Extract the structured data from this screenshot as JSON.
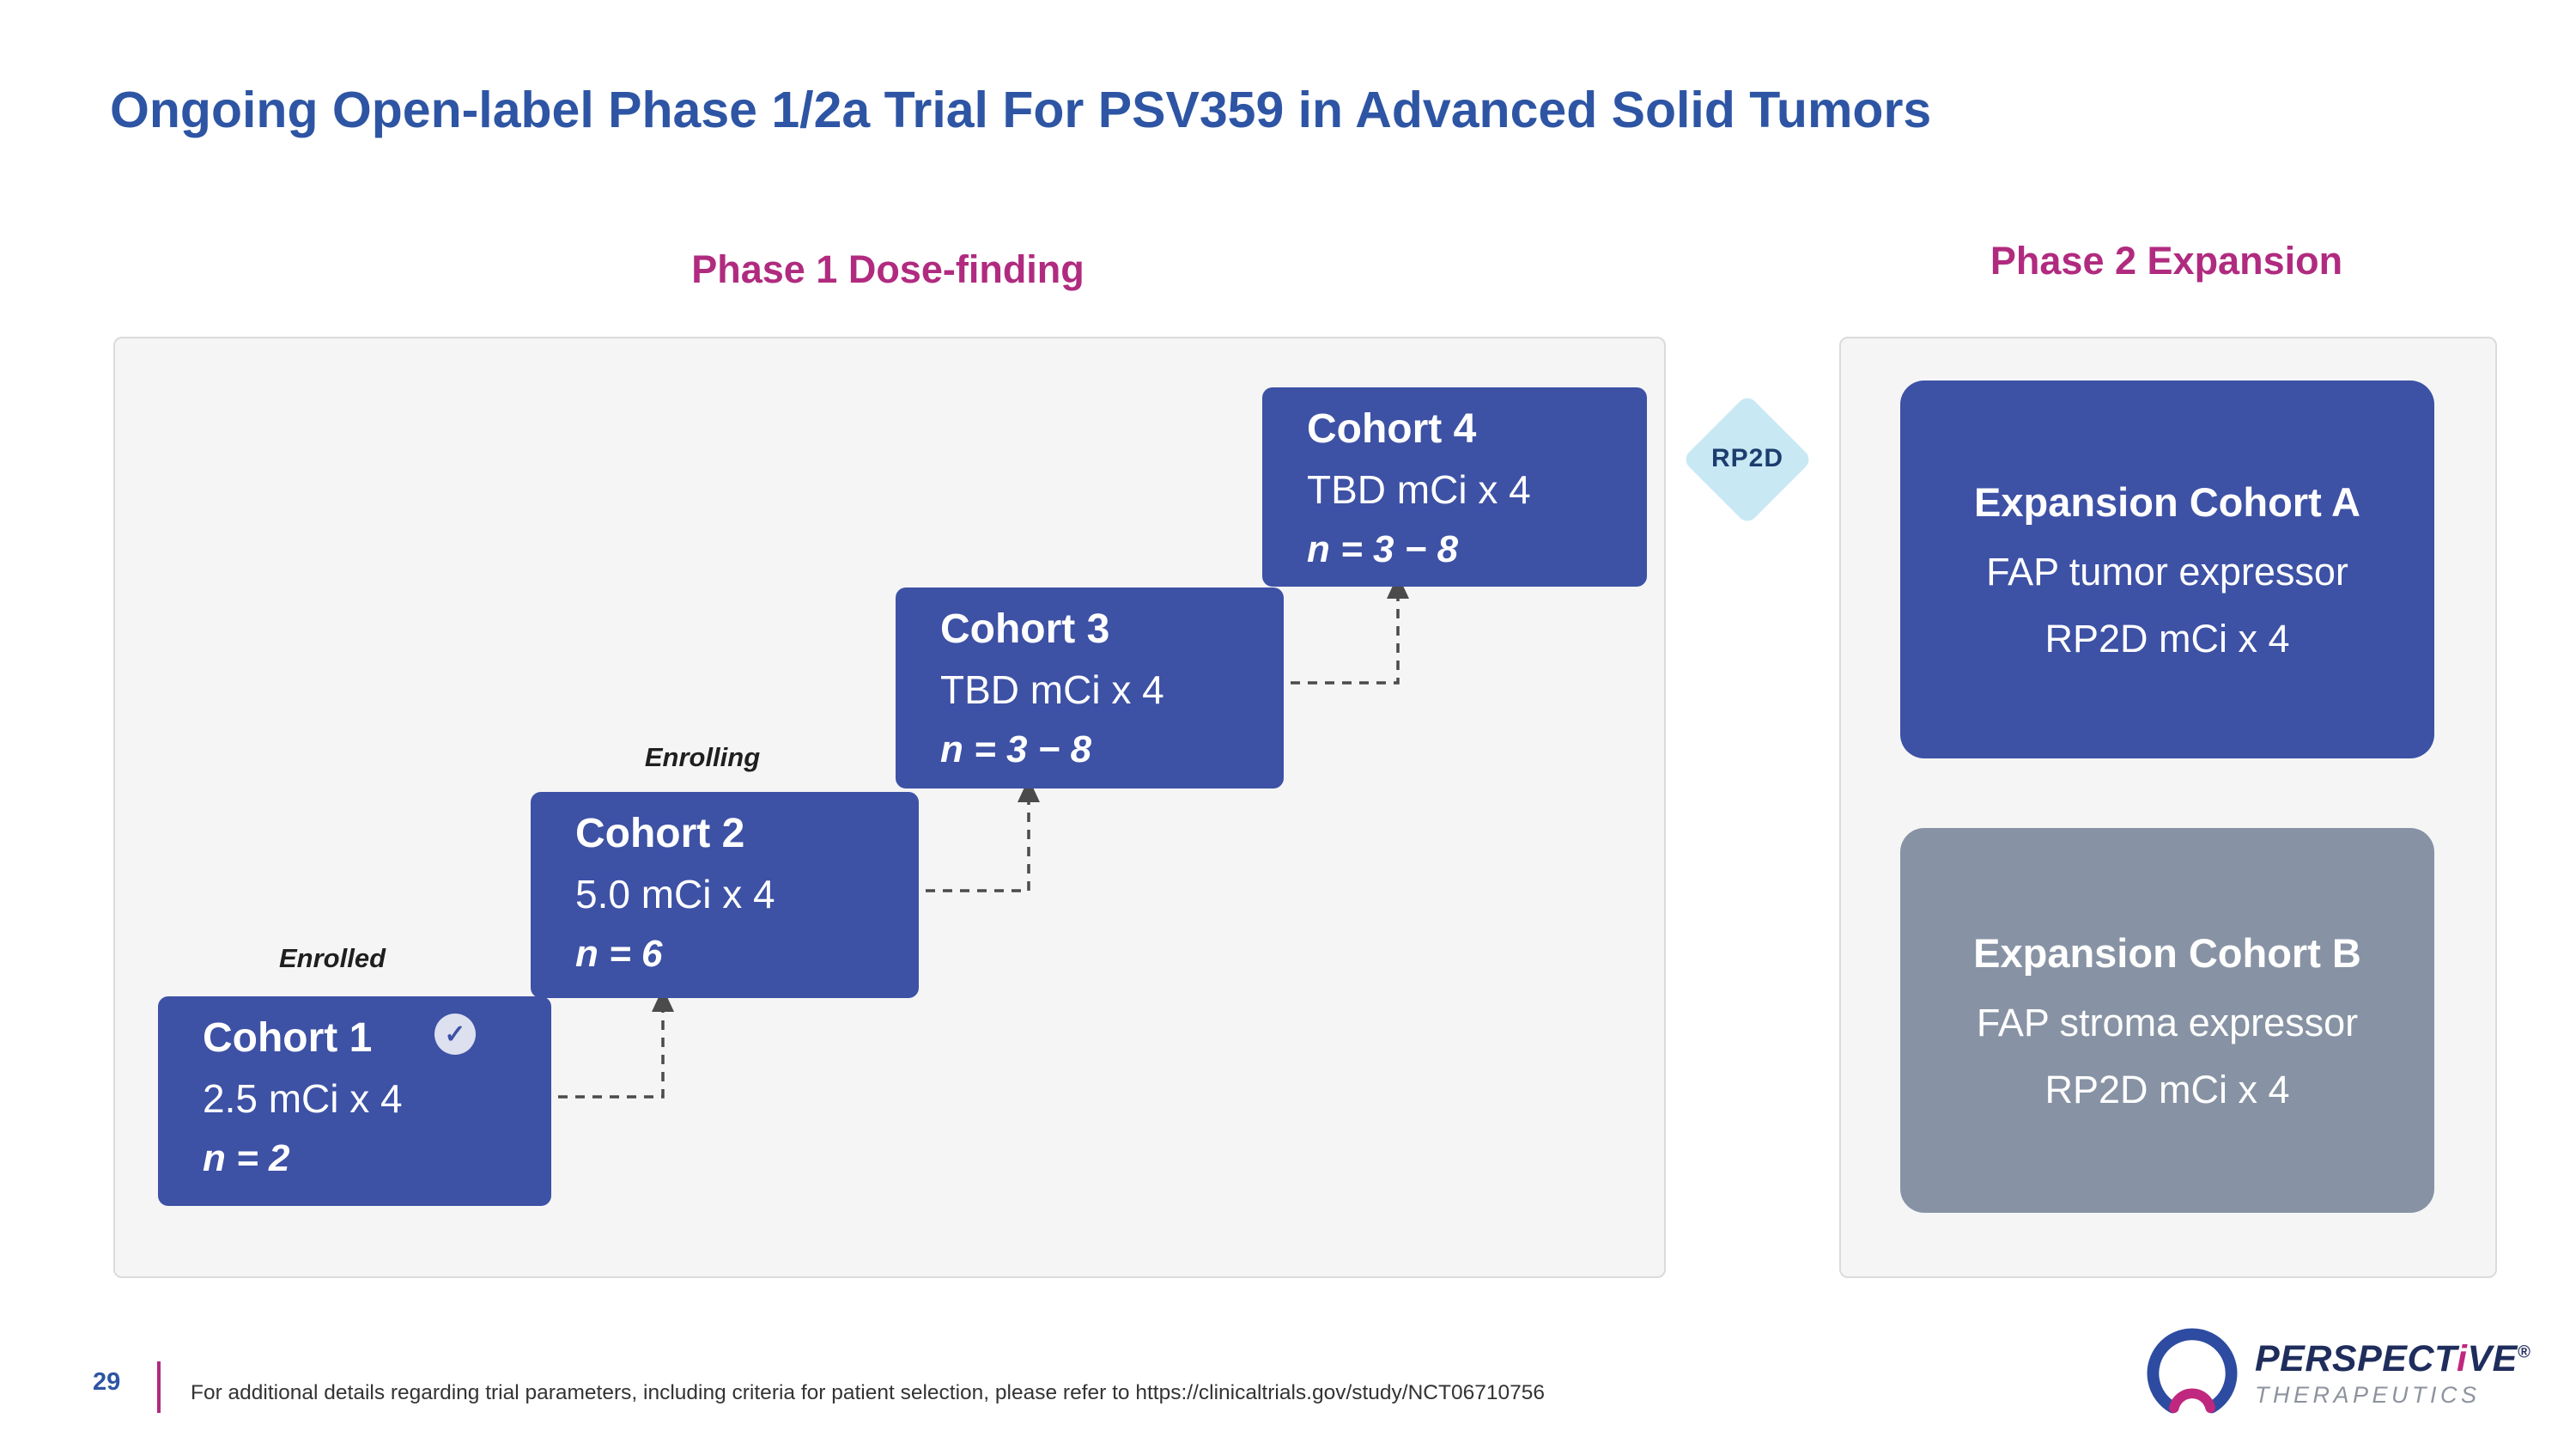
{
  "slide": {
    "title": "Ongoing Open-label Phase 1/2a Trial For PSV359 in Advanced Solid Tumors",
    "page_number": "29",
    "footnote": "For additional details regarding trial parameters, including criteria for patient selection, please refer to https://clinicaltrials.gov/study/NCT06710756"
  },
  "phase1": {
    "header": "Phase 1 Dose-finding",
    "cohorts": [
      {
        "name": "Cohort 1",
        "dose": "2.5 mCi x 4",
        "n": "n = 2",
        "status_label": "Enrolled",
        "check_icon": "✓"
      },
      {
        "name": "Cohort 2",
        "dose": "5.0 mCi x 4",
        "n": "n = 6",
        "status_label": "Enrolling"
      },
      {
        "name": "Cohort 3",
        "dose": "TBD mCi x 4",
        "n": "n = 3 − 8"
      },
      {
        "name": "Cohort 4",
        "dose": "TBD mCi x 4",
        "n": "n = 3 − 8"
      }
    ]
  },
  "rp2d_label": "RP2D",
  "phase2": {
    "header": "Phase 2 Expansion",
    "cohorts": [
      {
        "name": "Expansion Cohort A",
        "population": "FAP tumor expressor",
        "dose": "RP2D mCi x 4"
      },
      {
        "name": "Expansion Cohort B",
        "population": "FAP stroma expressor",
        "dose": "RP2D mCi x 4"
      }
    ]
  },
  "logo": {
    "brand_part1": "PERSPECT",
    "brand_part2": "i",
    "brand_part3": "VE",
    "registered_mark": "®",
    "subtitle": "THERAPEUTICS"
  },
  "colors": {
    "title_blue": "#2E55A4",
    "phase_header_magenta": "#B02B7F",
    "cohort_blue": "#3D51A5",
    "expansion_gray": "#8793A4",
    "rp2d_diamond_blue": "#C8E8F4",
    "panel_background": "#F5F5F6",
    "arrow_gray": "#4B4B4B"
  }
}
